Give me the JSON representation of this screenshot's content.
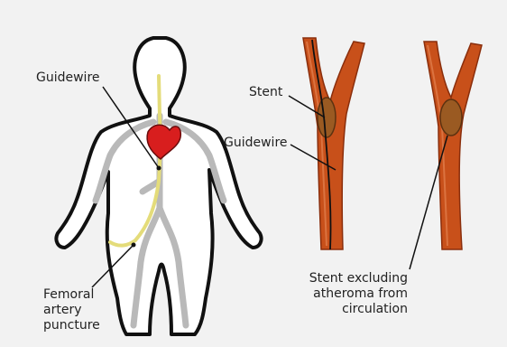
{
  "colors": {
    "background": "#f2f2f2",
    "artery": "#c8501a",
    "artery_dark": "#8a2e0c",
    "heart": "#d81e1e",
    "guidewire_body": "#e4dc7a",
    "stent": "#9a5a22",
    "vessels": "#b9b9b9"
  },
  "labels": {
    "guidewire_body": "Guidewire",
    "femoral": "Femoral\nartery\npuncture",
    "stent": "Stent",
    "guidewire_artery": "Guidewire",
    "stent_excluding": "Stent excluding\natheroma from\ncirculation"
  }
}
